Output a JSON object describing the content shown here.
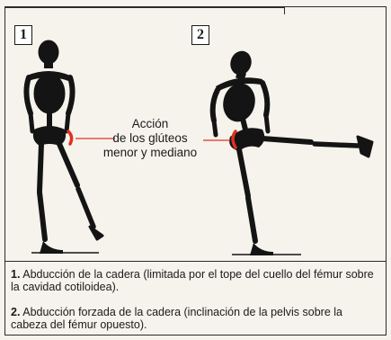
{
  "panels": [
    {
      "number": "1"
    },
    {
      "number": "2"
    }
  ],
  "label": {
    "line1": "Acción",
    "line2": "de los glúteos",
    "line3": "menor y mediano"
  },
  "captions": [
    {
      "number": "1.",
      "text": "Abducción de la cadera (limitada por el tope del cuello del fémur sobre la cavidad cotiloidea)."
    },
    {
      "number": "2.",
      "text": "Abducción forzada de la cadera (inclinación de la pelvis sobre la cabeza del fémur opuesto)."
    }
  ],
  "colors": {
    "bone": "#141414",
    "highlight": "#e0301e",
    "background": "#f6f3ec"
  }
}
